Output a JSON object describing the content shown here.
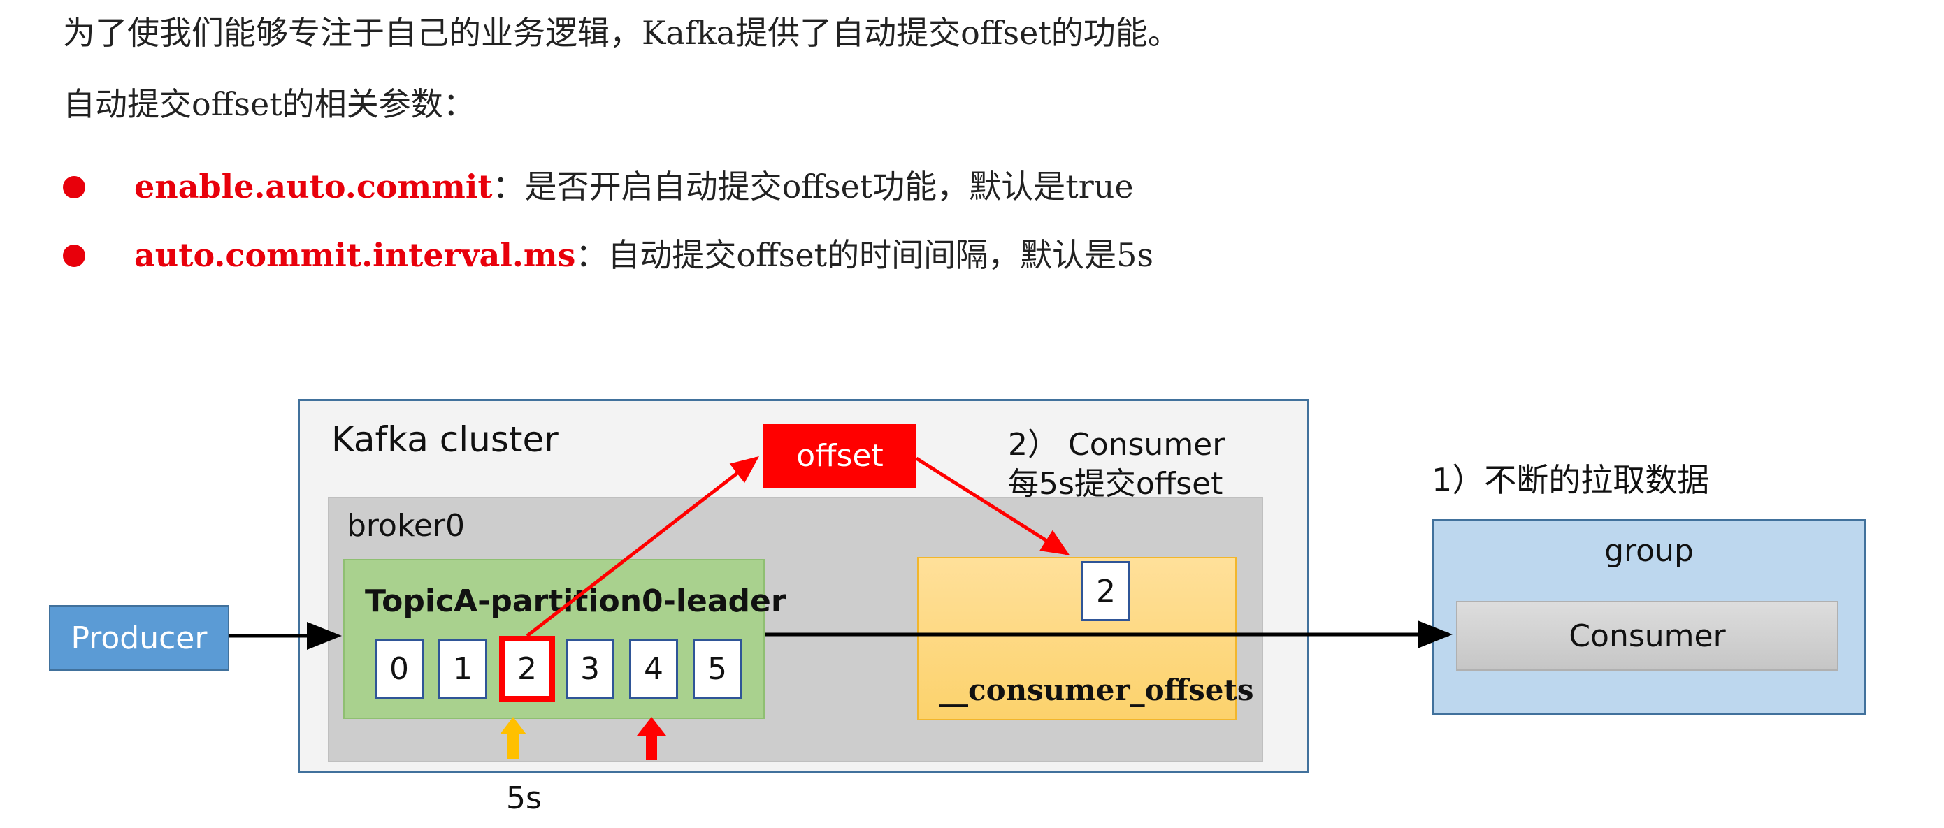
{
  "text": {
    "line1": "为了使我们能够专注于自己的业务逻辑，Kafka提供了自动提交offset的功能。",
    "line2": "自动提交offset的相关参数：",
    "bullets": [
      {
        "key": "enable.auto.commit",
        "desc": "：是否开启自动提交offset功能，默认是true"
      },
      {
        "key": "auto.commit.interval.ms",
        "desc": "：自动提交offset的时间间隔，默认是5s"
      }
    ]
  },
  "diagram": {
    "producer_label": "Producer",
    "cluster_label": "Kafka cluster",
    "broker_label": "broker0",
    "partition_label": "TopicA-partition0-leader",
    "partition_cells": [
      "0",
      "1",
      "2",
      "3",
      "4",
      "5"
    ],
    "highlighted_cell": "2",
    "offset_tag": "offset",
    "step2_line1": "2） Consumer",
    "step2_line2": "每5s提交offset",
    "committed_offset": "2",
    "offsets_topic": "__consumer_offsets",
    "step1": "1）不断的拉取数据",
    "group_label": "group",
    "consumer_label": "Consumer",
    "interval_label": "5s"
  },
  "colors": {
    "accent_red": "#e8000b",
    "producer_blue": "#5b9bd5",
    "border_blue": "#41719c",
    "partition_green": "#a9d18e",
    "offsets_yellow": "#ffd966",
    "group_blue": "#bdd7ee",
    "arrow_yellow": "#ffc000"
  }
}
